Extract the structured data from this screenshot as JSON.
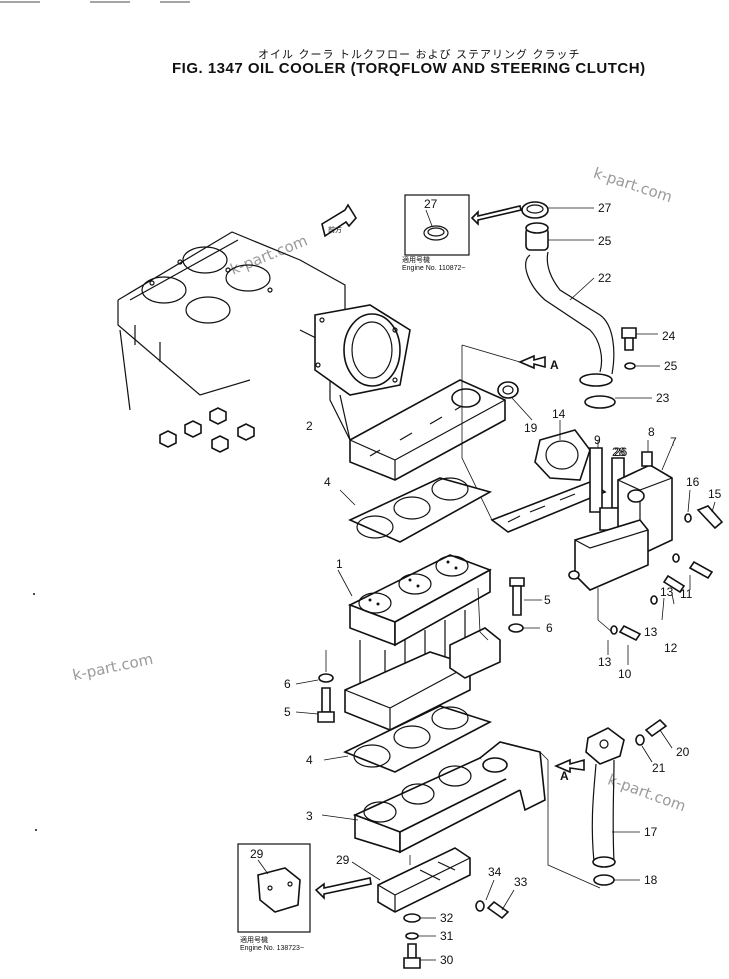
{
  "header": {
    "japanese_title": "オイル クーラ  トルクフロー  および  ステアリング  クラッチ",
    "title": "FIG. 1347  OIL COOLER (TORQFLOW AND STEERING CLUTCH)"
  },
  "watermark": "k-part.com",
  "insets": {
    "top": {
      "part": "27",
      "jp_label": "適用号機",
      "engine_label": "Engine No. 110872~"
    },
    "bottom": {
      "part": "29",
      "jp_label": "適用号機",
      "engine_label": "Engine No. 138723~"
    }
  },
  "arrow_label": "A",
  "front_tag": "前方",
  "callouts": {
    "c1": "1",
    "c2": "2",
    "c3": "3",
    "c4a": "4",
    "c4b": "4",
    "c5a": "5",
    "c5b": "5",
    "c6a": "6",
    "c6b": "6",
    "c7": "7",
    "c8": "8",
    "c9": "9",
    "c10": "10",
    "c11": "11",
    "c12": "12",
    "c13a": "13",
    "c13b": "13",
    "c13c": "13",
    "c14": "14",
    "c15": "15",
    "c16": "16",
    "c17": "17",
    "c18": "18",
    "c19": "19",
    "c20": "20",
    "c21": "21",
    "c22": "22",
    "c23": "23",
    "c24": "24",
    "c25a": "25",
    "c25b": "25",
    "c26": "26",
    "c27": "27",
    "c28": "28",
    "c29": "29",
    "c30": "30",
    "c31": "31",
    "c32": "32",
    "c33": "33",
    "c34": "34"
  }
}
